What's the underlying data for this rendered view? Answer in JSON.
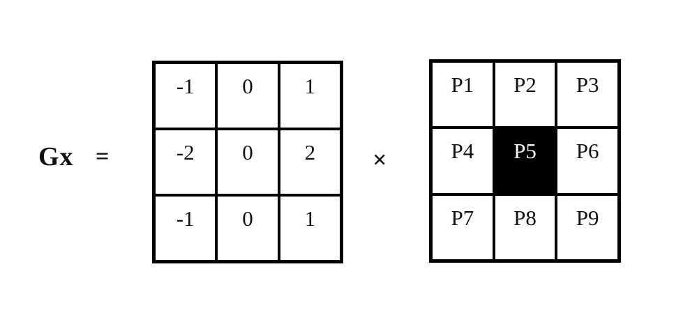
{
  "equation": {
    "label": "Gx",
    "equals_sign": "=",
    "multiply_sign": "×"
  },
  "kernel_matrix": {
    "description": "Sobel Gx 3x3 kernel",
    "rows": [
      [
        "-1",
        "0",
        "1"
      ],
      [
        "-2",
        "0",
        "2"
      ],
      [
        "-1",
        "0",
        "1"
      ]
    ]
  },
  "pixel_matrix": {
    "description": "3x3 pixel neighborhood",
    "rows": [
      [
        "P1",
        "P2",
        "P3"
      ],
      [
        "P4",
        "P5",
        "P6"
      ],
      [
        "P7",
        "P8",
        "P9"
      ]
    ],
    "highlighted_cell": "P5",
    "highlight_background": "#000000",
    "highlight_text_color": "#ffffff"
  },
  "colors": {
    "background": "#ffffff",
    "border": "#000000",
    "text": "#111111"
  }
}
